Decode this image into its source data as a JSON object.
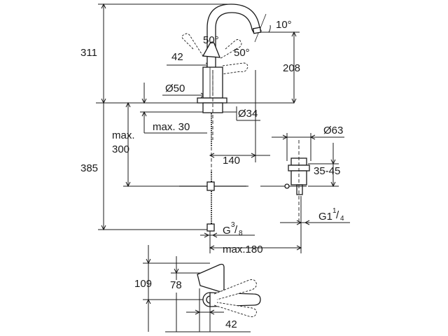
{
  "dimensions": {
    "total_height": "311",
    "spout_angle": "10°",
    "lever_angle_left": "50°",
    "lever_angle_right": "50°",
    "lever_length": "42",
    "spout_height": "208",
    "base_diameter": "Ø50",
    "hole_diameter": "Ø34",
    "max_deck": "max. 30",
    "max_label": "max.",
    "max_value": "300",
    "under_counter": "385",
    "reach": "140",
    "waste_diameter": "Ø63",
    "waste_range": "35-45",
    "waste_thread": "G1",
    "waste_thread_num": "1",
    "waste_thread_den": "4",
    "supply_thread": "G",
    "supply_thread_num": "3",
    "supply_thread_den": "8",
    "max_hose": "max.180",
    "plan_depth": "109",
    "plan_offset": "78",
    "plan_lever": "42"
  }
}
